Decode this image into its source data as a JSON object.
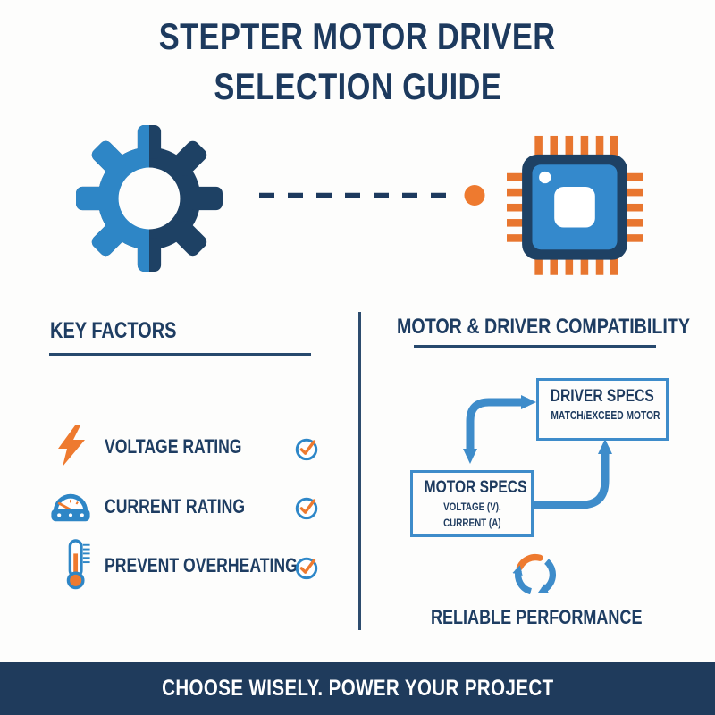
{
  "palette": {
    "navy": "#1d3a5e",
    "dark_blue": "#1e4164",
    "light_blue": "#2e86c6",
    "arrow_blue": "#3e8cca",
    "orange": "#ee7a2f",
    "footer_bg": "#1f3b5c",
    "background": "#fdfdfc"
  },
  "title": {
    "line1": "STEPTER MOTOR DRIVER",
    "line2": "SELECTION GUIDE"
  },
  "hero": {
    "left_icon": "gear",
    "connector": "dashed-line-with-dot",
    "right_icon": "microchip"
  },
  "key_factors": {
    "heading": "KEY FACTORS",
    "items": [
      {
        "icon": "lightning-bolt",
        "label": "VOLTAGE RATING",
        "checked": true
      },
      {
        "icon": "gauge",
        "label": "CURRENT RATING",
        "checked": true
      },
      {
        "icon": "thermometer",
        "label": "PREVENT OVERHEATING",
        "checked": true
      }
    ]
  },
  "compatibility": {
    "heading": "MOTOR & DRIVER COMPATIBILITY",
    "driver_box": {
      "title": "DRIVER SPECS",
      "subtitle": "MATCH/EXCEED MOTOR"
    },
    "motor_box": {
      "title": "MOTOR SPECS",
      "line1": "VOLTAGE (V).",
      "line2": "CURRENT (A)"
    },
    "result": {
      "icon": "cycle-arrows",
      "label": "RELIABLE PERFORMANCE"
    }
  },
  "footer": {
    "text": "CHOOSE WISELY. POWER YOUR PROJECT"
  }
}
